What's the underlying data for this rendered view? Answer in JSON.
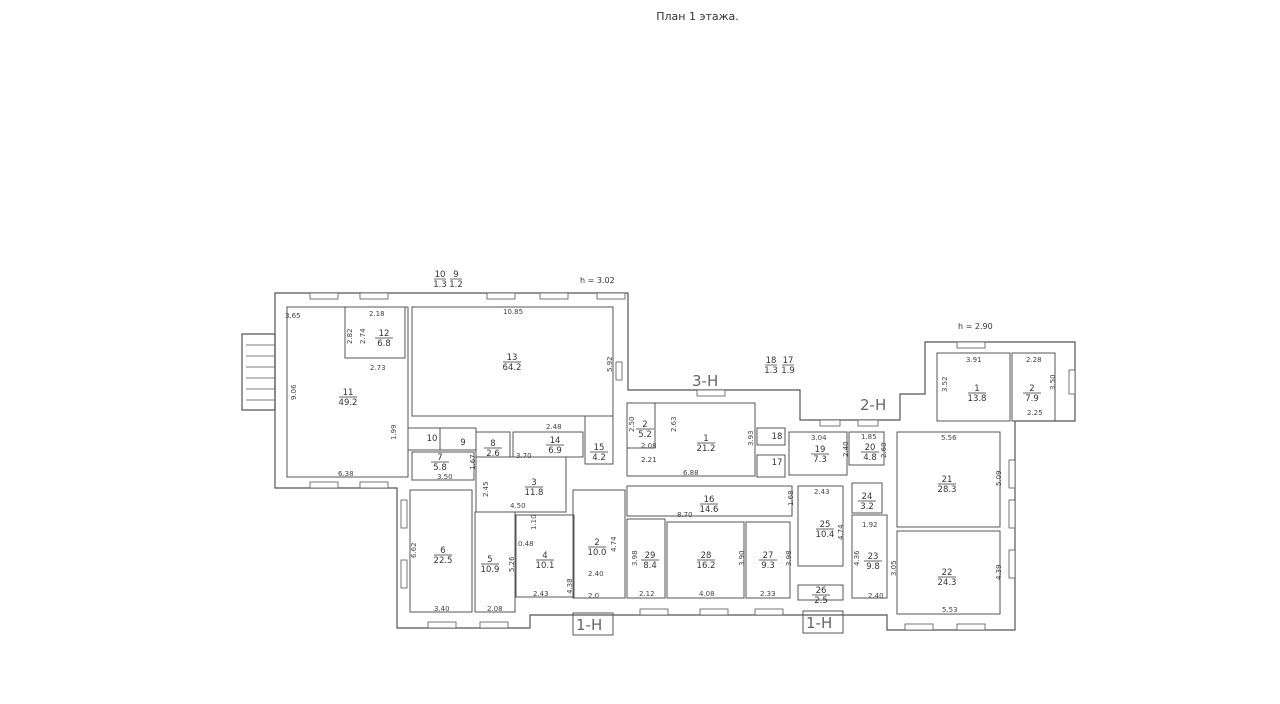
{
  "title": "План 1 этажа.",
  "heights": {
    "main": "h = 3.02",
    "wing": "h = 2.90"
  },
  "markers": {
    "m3": "3-Н",
    "m2": "2-Н",
    "m1a": "1-Н",
    "m1b": "1-Н"
  },
  "outside_labels": [
    {
      "num": "10",
      "area": "1.3"
    },
    {
      "num": "9",
      "area": "1.2"
    },
    {
      "num": "18",
      "area": "1.3"
    },
    {
      "num": "17",
      "area": "1.9"
    }
  ],
  "rooms": [
    {
      "num": "11",
      "area": "49.2"
    },
    {
      "num": "12",
      "area": "6.8"
    },
    {
      "num": "13",
      "area": "64.2"
    },
    {
      "num": "10",
      "area": ""
    },
    {
      "num": "9",
      "area": ""
    },
    {
      "num": "8",
      "area": "2.6"
    },
    {
      "num": "14",
      "area": "6.9"
    },
    {
      "num": "15",
      "area": "4.2"
    },
    {
      "num": "7",
      "area": "5.8"
    },
    {
      "num": "3",
      "area": "11.8"
    },
    {
      "num": "6",
      "area": "22.5"
    },
    {
      "num": "5",
      "area": "10.9"
    },
    {
      "num": "4",
      "area": "10.1"
    },
    {
      "num": "2",
      "area": "10.0"
    },
    {
      "num": "2",
      "area": "5.2"
    },
    {
      "num": "1",
      "area": "21.2"
    },
    {
      "num": "18",
      "area": ""
    },
    {
      "num": "17",
      "area": ""
    },
    {
      "num": "16",
      "area": "14.6"
    },
    {
      "num": "29",
      "area": "8.4"
    },
    {
      "num": "28",
      "area": "16.2"
    },
    {
      "num": "27",
      "area": "9.3"
    },
    {
      "num": "19",
      "area": "7.3"
    },
    {
      "num": "20",
      "area": "4.8"
    },
    {
      "num": "24",
      "area": "3.2"
    },
    {
      "num": "25",
      "area": "10.4"
    },
    {
      "num": "26",
      "area": "2.5"
    },
    {
      "num": "23",
      "area": "9.8"
    },
    {
      "num": "21",
      "area": "28.3"
    },
    {
      "num": "22",
      "area": "24.3"
    },
    {
      "num": "1",
      "area": "13.8"
    },
    {
      "num": "2",
      "area": "7.9"
    }
  ],
  "dimensions": [
    "3.65",
    "2.18",
    "2.82",
    "2.74",
    "2.73",
    "9.06",
    "1.99",
    "6.38",
    "10.85",
    "5.92",
    "2.48",
    "3.70",
    "3.50",
    "1.67",
    "2.45",
    "4.50",
    "1.10",
    "0.48",
    "5.26",
    "4.38",
    "6.62",
    "3.40",
    "2.08",
    "2.43",
    "4.74",
    "2.40",
    "2.0",
    "2.50",
    "2.63",
    "2.08",
    "2.21",
    "6.88",
    "3.93",
    "8.70",
    "1.68",
    "3.98",
    "2.12",
    "4.08",
    "3.90",
    "3.98",
    "2.33",
    "3.04",
    "2.40",
    "1.85",
    "2.60",
    "2.43",
    "1.92",
    "4.74",
    "4.36",
    "3.05",
    "2.40",
    "5.56",
    "5.09",
    "4.39",
    "5.53",
    "3.91",
    "3.52",
    "2.28",
    "3.50",
    "2.25"
  ]
}
